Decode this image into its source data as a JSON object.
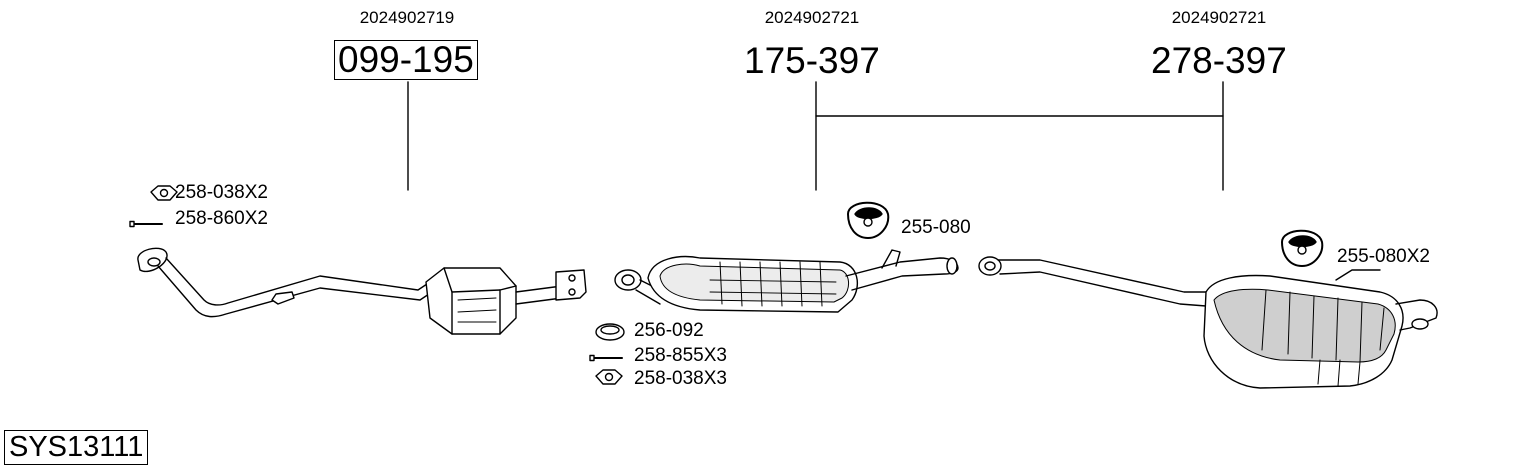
{
  "parts": [
    {
      "ref": "2024902719",
      "number": "099-195"
    },
    {
      "ref": "2024902721",
      "number": "175-397"
    },
    {
      "ref": "2024902721",
      "number": "278-397"
    }
  ],
  "accessories": {
    "nut_1": "258-038X2",
    "bolt_1": "258-860X2",
    "mount_1": "255-080",
    "gasket_1": "256-092",
    "bolt_2": "258-855X3",
    "nut_2": "258-038X3",
    "mount_2": "255-080X2"
  },
  "system_id": "SYS13111",
  "colors": {
    "line": "#000000",
    "paper": "#ffffff",
    "shade": "#cfcfcf",
    "light": "#ececec"
  }
}
